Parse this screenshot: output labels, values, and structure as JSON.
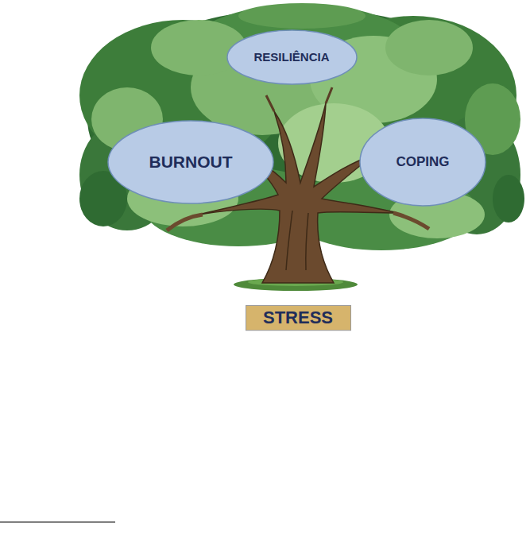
{
  "diagram": {
    "nodes": [
      {
        "text": [
          "RESILIÊNCIA"
        ]
      },
      {
        "text": [
          "BURNOUT"
        ]
      },
      {
        "text": [
          "COPING"
        ]
      },
      {
        "text": [
          "STRESS"
        ]
      }
    ]
  }
}
